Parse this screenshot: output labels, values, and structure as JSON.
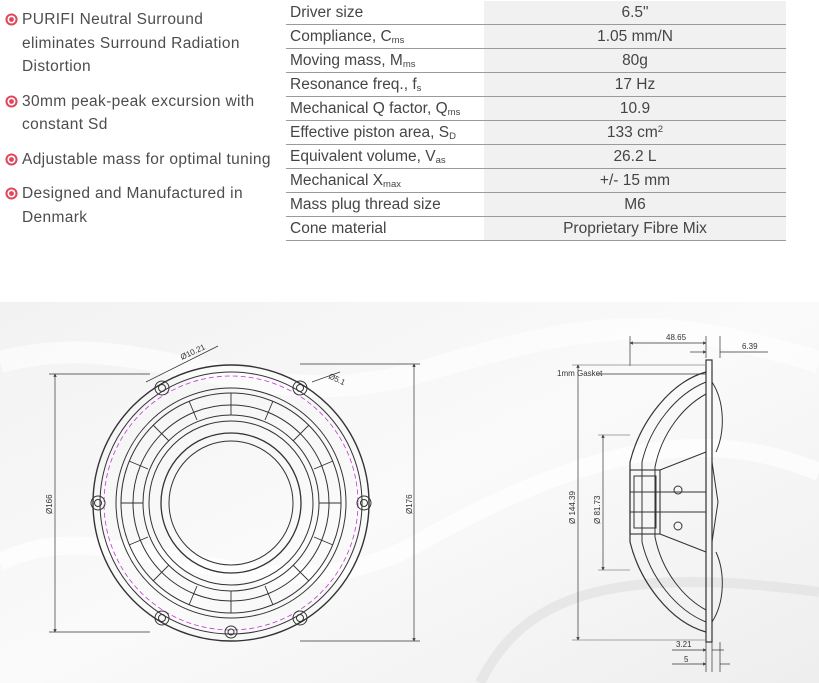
{
  "features": [
    {
      "text": "PURIFI Neutral Surround eliminates Surround Radiation Distortion",
      "icon": "target-bullet-icon"
    },
    {
      "text": "30mm peak-peak excursion with constant Sd",
      "icon": "target-bullet-icon"
    },
    {
      "text": "Adjustable mass for optimal tuning",
      "icon": "target-bullet-icon"
    },
    {
      "text": "Designed and Manufactured in Denmark",
      "icon": "target-bullet-icon"
    }
  ],
  "specs": [
    {
      "label": "Driver size",
      "sub": "",
      "value": "6.5\"",
      "sup": ""
    },
    {
      "label": "Compliance, C",
      "sub": "ms",
      "value": "1.05 mm/N",
      "sup": ""
    },
    {
      "label": "Moving mass, M",
      "sub": "ms",
      "value": "80g",
      "sup": ""
    },
    {
      "label": "Resonance freq., f",
      "sub": "s",
      "value": "17 Hz",
      "sup": ""
    },
    {
      "label": "Mechanical Q factor, Q",
      "sub": "ms",
      "value": "10.9",
      "sup": ""
    },
    {
      "label": "Effective piston area, S",
      "sub": "D",
      "value": "133 cm",
      "sup": "2"
    },
    {
      "label": "Equivalent volume, V",
      "sub": "as",
      "value": "26.2 L",
      "sup": ""
    },
    {
      "label": "Mechanical X",
      "sub": "max",
      "value": "+/- 15 mm",
      "sup": ""
    },
    {
      "label": "Mass plug thread size",
      "sub": "",
      "value": "M6",
      "sup": ""
    },
    {
      "label": "Cone material",
      "sub": "",
      "value": "Proprietary Fibre Mix",
      "sup": ""
    }
  ],
  "drawing": {
    "front": {
      "dim_mount_holes": "Ø10.21",
      "dim_screw": "Ø5.1",
      "dim_inner": "Ø166",
      "dim_outer": "Ø176"
    },
    "side": {
      "dim_depth": "48.65",
      "dim_flange": "6.39",
      "gasket_label": "1mm Gasket",
      "dim_diameter_large": "Ø 144.39",
      "dim_diameter_small": "Ø 81.73",
      "dim_bottom_1": "3.21",
      "dim_bottom_2": "5"
    },
    "colors": {
      "bullet": "#e0475a",
      "line": "#333333",
      "mount_circle": "#c13ad1",
      "background_light": "#f4f4f4"
    }
  }
}
